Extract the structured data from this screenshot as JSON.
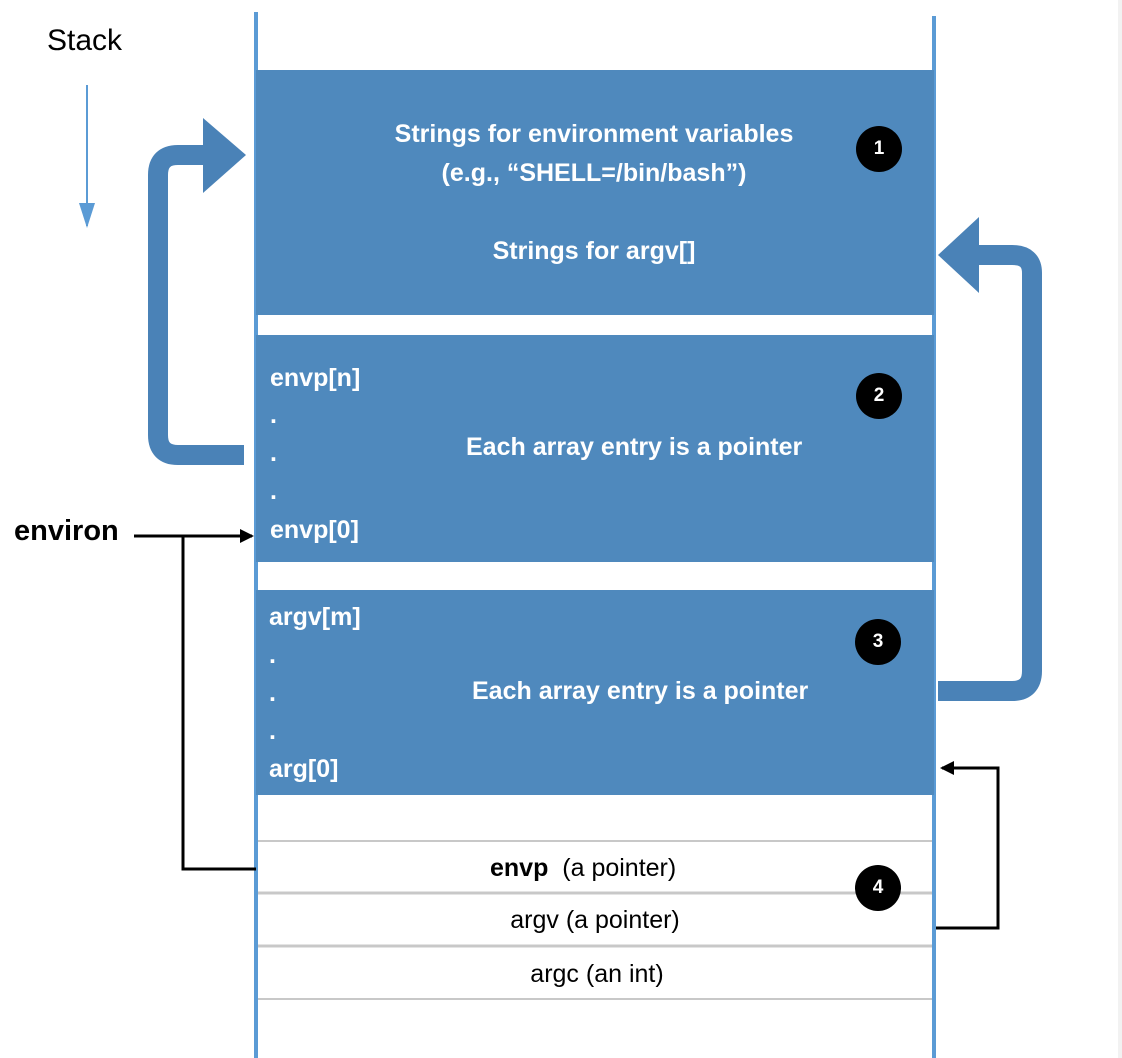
{
  "stack_label": "Stack",
  "environ_label": "environ",
  "colors": {
    "block_fill": "#4f89bd",
    "arrow_fill": "#4a82b7",
    "stack_line": "#5b9bd5",
    "row_divider": "#c8c8c8"
  },
  "block1": {
    "number": "1",
    "line1": "Strings for environment variables",
    "line2": "(e.g., “SHELL=/bin/bash”)",
    "line3": "Strings for argv[]"
  },
  "block2": {
    "number": "2",
    "top": "envp[n]",
    "dot1": ".",
    "dot2": ".",
    "dot3": ".",
    "bottom": "envp[0]",
    "caption": "Each array entry is a pointer"
  },
  "block3": {
    "number": "3",
    "top": "argv[m]",
    "dot1": ".",
    "dot2": ".",
    "dot3": ".",
    "bottom": "arg[0]",
    "caption": "Each array entry is a pointer"
  },
  "block4": {
    "number": "4",
    "envp_name": "envp",
    "envp_desc": "(a pointer)",
    "argv_row": "argv (a pointer)",
    "argc_row": "argc (an int)"
  }
}
